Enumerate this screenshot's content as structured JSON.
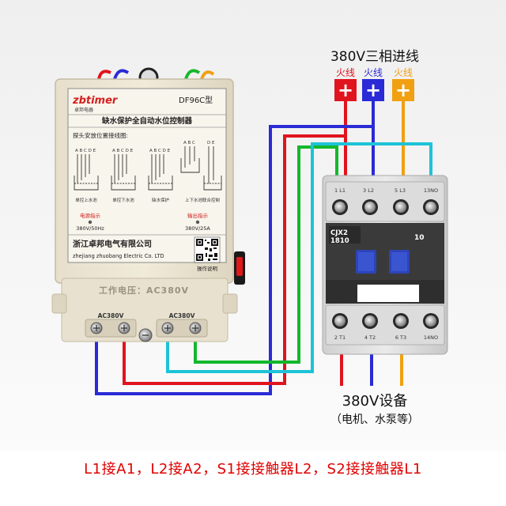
{
  "colors": {
    "red": "#e0141e",
    "blue": "#2a2ad6",
    "orange": "#f0a010",
    "green": "#13b82b",
    "cyan": "#1dc3d8",
    "caption": "#e00000"
  },
  "controller": {
    "brand": "zbtimer",
    "brand_cn": "卓邦电器",
    "model": "DF96C型",
    "title": "缺水保护全自动水位控制器",
    "probe_heading": "探头安放位置接线图:",
    "probe_letters_a": "A B C D E",
    "probe_letters_b": "A B C D E",
    "probe_letters_c": "A B C D E",
    "probe_letters_d1": "A B C",
    "probe_letters_d2": "D E",
    "mode_1": "单控上水池",
    "mode_2": "单控下水池",
    "mode_3": "缺水保护",
    "mode_4": "上下水池联合控制",
    "power_label": "电源指示",
    "power_spec": "380V/50Hz",
    "output_label": "输出指示",
    "output_spec": "380V/25A",
    "company_cn": "浙江卓邦电气有限公司",
    "company_en": "zhejiang zhuobang Electric Co. LTD",
    "manual": "操作说明",
    "voltage_strip": "工作电压：AC380V",
    "terminal_left": "AC380V",
    "terminal_right": "AC380V"
  },
  "contactor": {
    "model": "CJX2",
    "rating": "1810",
    "aux": "10",
    "top_terminals": [
      "1 L1",
      "3 L2",
      "5 L3",
      "13NO"
    ],
    "bottom_terminals": [
      "2 T1",
      "4 T2",
      "6 T3",
      "14NO"
    ]
  },
  "supply": {
    "title": "380V三相进线",
    "phases": [
      {
        "label": "火线",
        "sign": "+"
      },
      {
        "label": "火线",
        "sign": "+"
      },
      {
        "label": "火线",
        "sign": "+"
      }
    ]
  },
  "load": {
    "title": "380V设备",
    "subtitle": "（电机、水泵等）"
  },
  "caption": "L1接A1，L2接A2，S1接接触器L2，S2接接触器L1"
}
